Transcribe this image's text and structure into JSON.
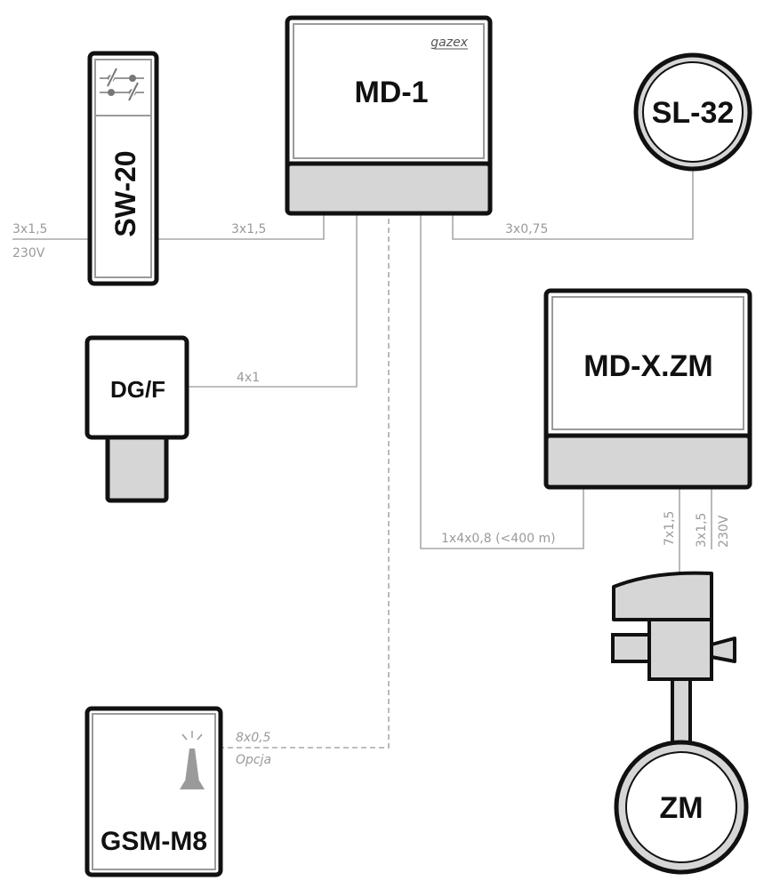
{
  "devices": {
    "md1": {
      "label": "MD-1",
      "brand": "gazex"
    },
    "sl32": {
      "label": "SL-32"
    },
    "sw20": {
      "label": "SW-20"
    },
    "dgf": {
      "label": "DG/F"
    },
    "mdxzm": {
      "label": "MD-X.ZM"
    },
    "gsm": {
      "label": "GSM-M8"
    },
    "zm": {
      "label": "ZM"
    }
  },
  "wires": {
    "mains_sw20_a": "3x1,5",
    "mains_sw20_b": "230V",
    "sw20_md1": "3x1,5",
    "md1_sl32": "3x0,75",
    "dgf_md1": "4x1",
    "md1_mdxzm": "1x4x0,8 (<400 m)",
    "mdxzm_zm": "7x1,5",
    "mdxzm_power_a": "3x1,5",
    "mdxzm_power_b": "230V",
    "gsm_a": "8x0,5",
    "gsm_b": "Opcja"
  },
  "colors": {
    "outline": "#111111",
    "fill_gray": "#d6d6d6",
    "wire": "#a9a9a9"
  }
}
